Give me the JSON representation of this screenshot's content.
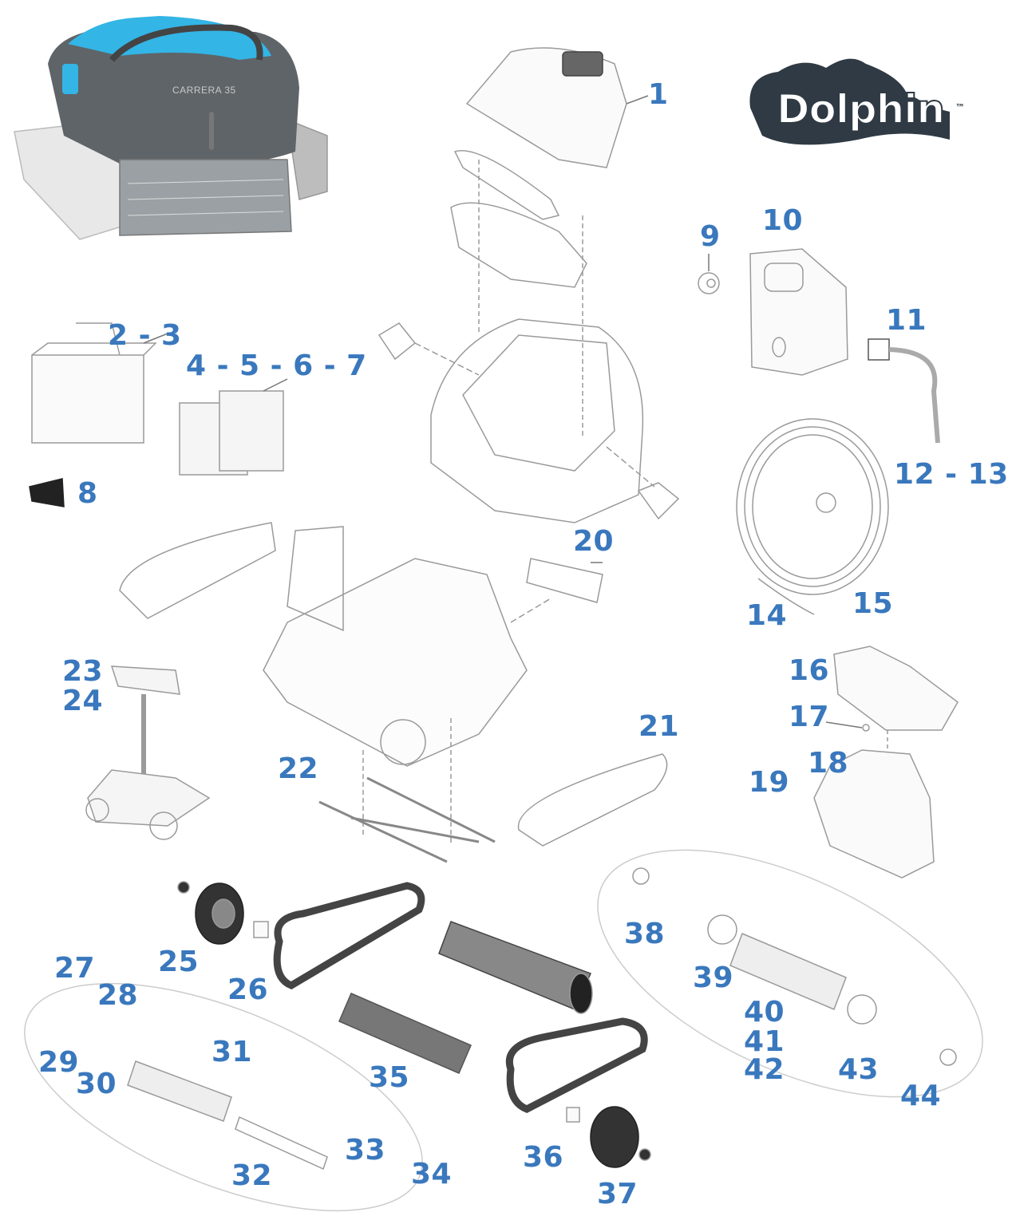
{
  "product": {
    "model_name": "CARRERA 35"
  },
  "brand": {
    "logo_text": "Dolphin",
    "trademark": "™"
  },
  "colors": {
    "label": "#3a78bd",
    "robot_body": "#5f6468",
    "robot_accent": "#33b5e5",
    "outline": "#9a9a9a",
    "logo": "#2f3a44"
  },
  "labels": [
    "1",
    "2 - 3",
    "4 - 5 - 6 - 7",
    "8",
    "9",
    "10",
    "11",
    "12 - 13",
    "14",
    "15",
    "16",
    "17",
    "18",
    "19",
    "20",
    "21",
    "22",
    "23",
    "24",
    "25",
    "26",
    "27",
    "28",
    "29",
    "30",
    "31",
    "32",
    "33",
    "34",
    "35",
    "36",
    "37",
    "38",
    "39",
    "40",
    "41",
    "42",
    "43",
    "44"
  ]
}
